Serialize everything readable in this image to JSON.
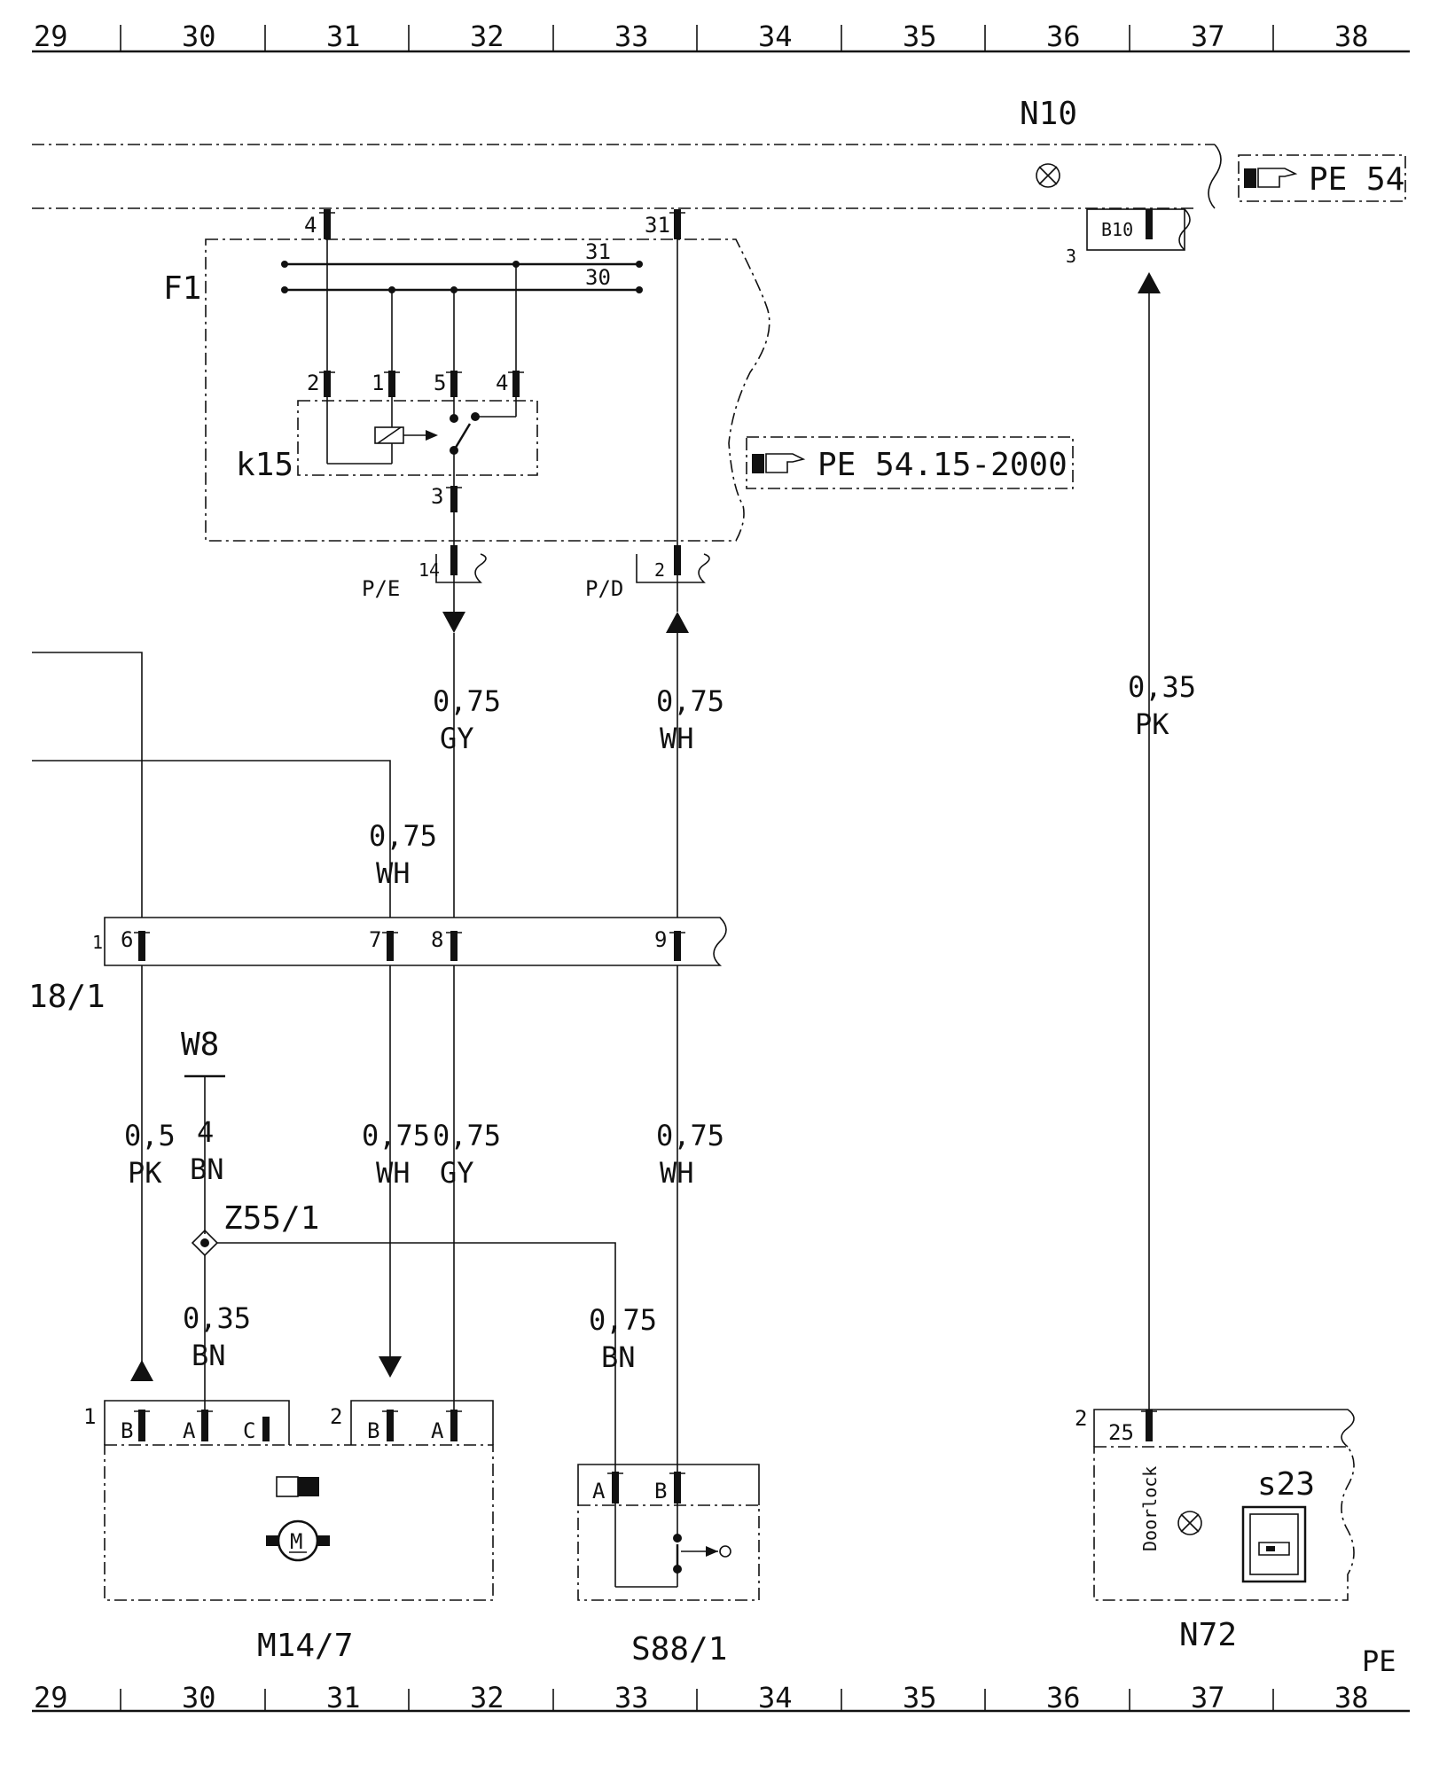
{
  "grid": {
    "top_columns": [
      "29",
      "30",
      "31",
      "32",
      "33",
      "34",
      "35",
      "36",
      "37",
      "38"
    ],
    "bottom_columns": [
      "29",
      "30",
      "31",
      "32",
      "33",
      "34",
      "35",
      "36",
      "37",
      "38"
    ]
  },
  "components": {
    "n10": "N10",
    "f1": "F1",
    "k15": "k15",
    "x18_1": "18/1",
    "w8": "W8",
    "z55_1": "Z55/1",
    "m14_7": "M14/7",
    "s88_1": "S88/1",
    "n72": "N72",
    "s23": "s23",
    "doorlock": "Doorlock"
  },
  "references": {
    "n10_ref": "PE 54",
    "f1_ref": "PE 54.15-2000",
    "page_code": "PE"
  },
  "pins": {
    "n10_4": "4",
    "n10_31": "31",
    "n10_b10": "B10",
    "n10_3": "3",
    "f1_bus_31": "31",
    "f1_bus_30": "30",
    "k15_2": "2",
    "k15_1": "1",
    "k15_5": "5",
    "k15_4": "4",
    "k15_3": "3",
    "pe_14": "14",
    "pe_label": "P/E",
    "pd_2": "2",
    "pd_label": "P/D",
    "x18_1_side": "1",
    "x18_6": "6",
    "x18_7": "7",
    "x18_8": "8",
    "x18_9": "9",
    "w8_4": "4",
    "m14_group1": "1",
    "m14_b1": "B",
    "m14_a1": "A",
    "m14_c1": "C",
    "m14_group2": "2",
    "m14_b2": "B",
    "m14_a2": "A",
    "s88_a": "A",
    "s88_b": "B",
    "n72_side": "2",
    "n72_25": "25",
    "motor_m": "M"
  },
  "wires": [
    {
      "size": "0,75",
      "color": "GY"
    },
    {
      "size": "0,75",
      "color": "WH"
    },
    {
      "size": "0,35",
      "color": "PK"
    },
    {
      "size": "0,75",
      "color": "WH"
    },
    {
      "size": "0,5",
      "color": "PK"
    },
    {
      "size": "0,75",
      "color": "WH"
    },
    {
      "size": "0,75",
      "color": "GY"
    },
    {
      "size": "0,75",
      "color": "WH"
    },
    {
      "size": "4",
      "color": "BN"
    },
    {
      "size": "0,35",
      "color": "BN"
    },
    {
      "size": "0,75",
      "color": "BN"
    }
  ]
}
